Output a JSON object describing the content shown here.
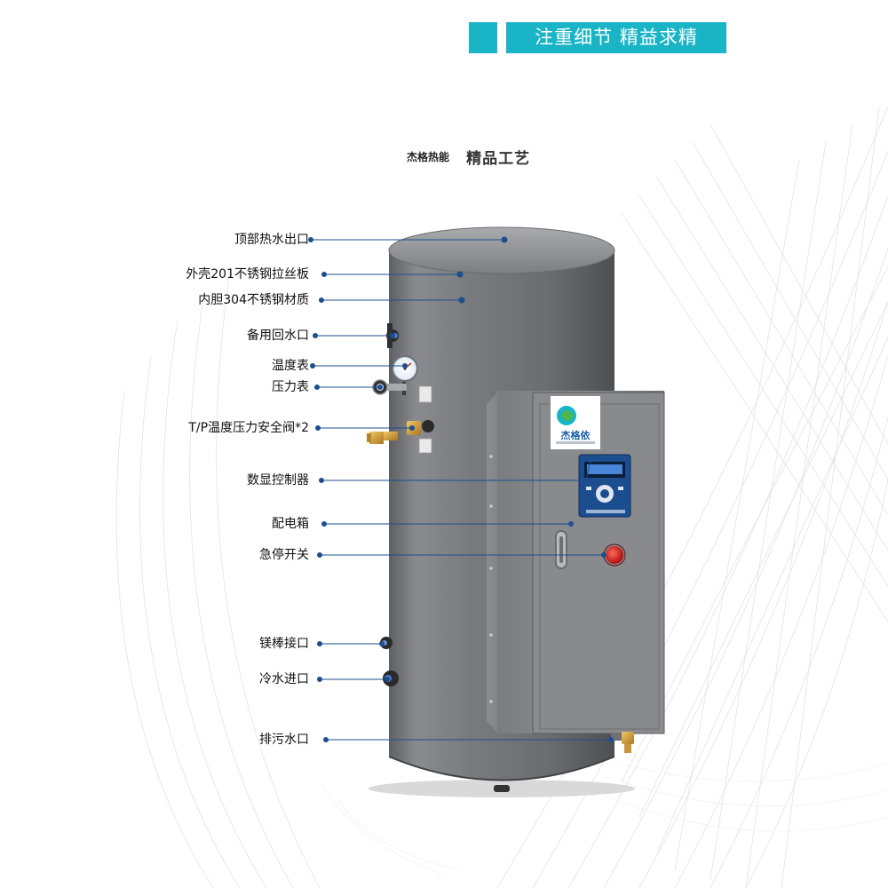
{
  "header": {
    "banner_text": "注重细节  精益求精"
  },
  "subtitle": {
    "brand": "杰格热能",
    "craft": "精品工艺"
  },
  "controller_box": {
    "logo_text": "杰格依"
  },
  "callouts": [
    {
      "label": "顶部热水出口"
    },
    {
      "label": "外壳201不锈钢拉丝板"
    },
    {
      "label": "内胆304不锈钢材质"
    },
    {
      "label": "备用回水口"
    },
    {
      "label": "温度表"
    },
    {
      "label": "压力表"
    },
    {
      "label": "T/P温度压力安全阀*2"
    },
    {
      "label": "数显控制器"
    },
    {
      "label": "配电箱"
    },
    {
      "label": "急停开关"
    },
    {
      "label": "镁棒接口"
    },
    {
      "label": "冷水进口"
    },
    {
      "label": "排污水口"
    }
  ],
  "colors": {
    "accent": "#19b4c6",
    "callout_line": "#1c4f8f",
    "callout_dot": "#1c4f8f",
    "tank": "#7a7b7f",
    "emergency_button": "#d61f1f"
  }
}
